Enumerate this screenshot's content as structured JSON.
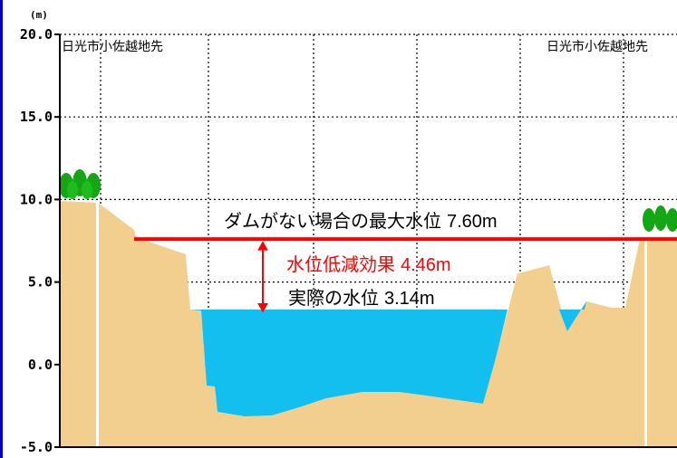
{
  "chart_data": {
    "type": "area",
    "unit_label": "(m)",
    "y_ticks": [
      "20.0",
      "15.0",
      "10.0",
      "5.0",
      "0.0",
      "-5.0"
    ],
    "y_tick_values": [
      20,
      15,
      10,
      5,
      0,
      -5
    ],
    "ylim": [
      -5,
      20
    ],
    "grid": true,
    "location_left": "日光市小佐越地先",
    "location_right": "日光市小佐越地先",
    "max_level_without_dam": {
      "label": "ダムがない場合の最大水位",
      "value": 7.6,
      "text": "7.60m"
    },
    "reduction_effect": {
      "label": "水位低減効果",
      "value": 4.46,
      "text": "4.46m"
    },
    "actual_level": {
      "label": "実際の水位",
      "value": 3.14,
      "text": "3.14m"
    },
    "colors": {
      "ground": "#f3cf8f",
      "water": "#12bfef",
      "max_line": "#ff0000",
      "reduction_text": "#ff0000",
      "tree": "#14a614",
      "axis_border": "#0000cc"
    }
  }
}
